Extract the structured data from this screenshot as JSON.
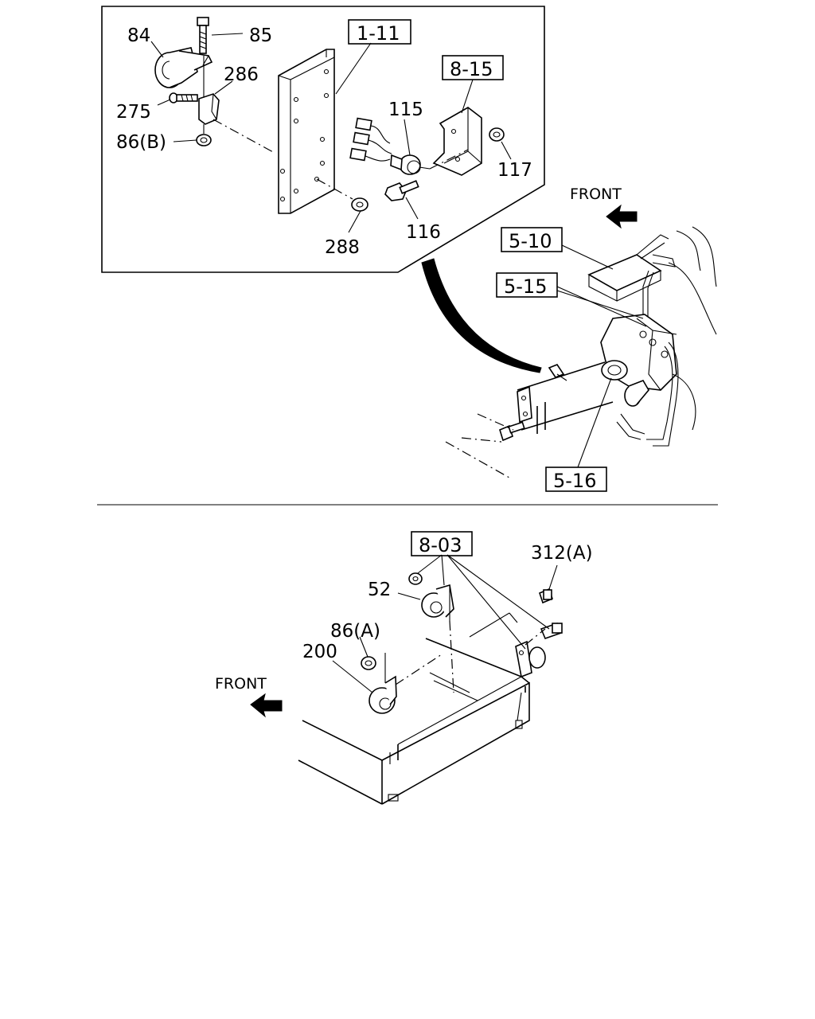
{
  "top_diagram": {
    "callouts": {
      "p84": "84",
      "p85": "85",
      "p286": "286",
      "p275": "275",
      "p86b": "86(B)",
      "p115": "115",
      "p117": "117",
      "p116": "116",
      "p288": "288"
    },
    "refs": {
      "r1_11": "1-11",
      "r8_15": "8-15",
      "r5_10": "5-10",
      "r5_15": "5-15",
      "r5_16": "5-16"
    },
    "front_label": "FRONT"
  },
  "bottom_diagram": {
    "callouts": {
      "p312a": "312(A)",
      "p52": "52",
      "p86a": "86(A)",
      "p200": "200"
    },
    "refs": {
      "r8_03": "8-03"
    },
    "front_label": "FRONT"
  }
}
